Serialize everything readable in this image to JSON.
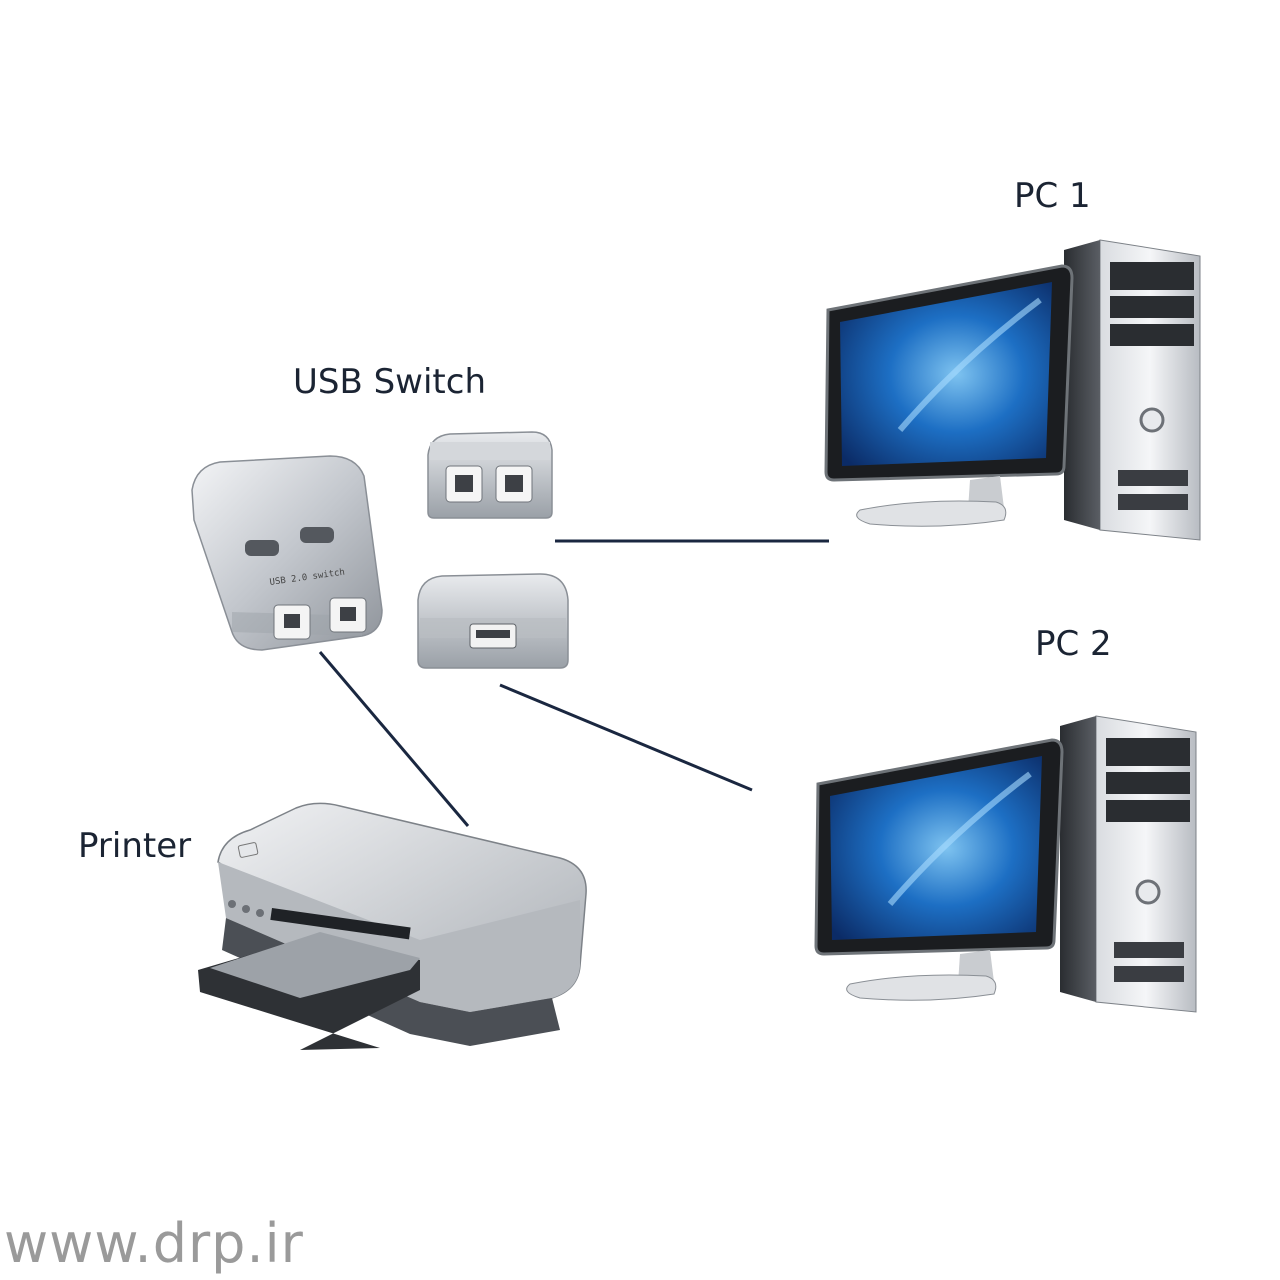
{
  "labels": {
    "pc1": "PC 1",
    "pc2": "PC 2",
    "usb_switch": "USB Switch",
    "printer": "Printer"
  },
  "watermark": "www.drp.ir",
  "colors": {
    "link_line": "#1a2740",
    "screen_blue": "#1d6fc4",
    "device_silver": "#c8ccd2"
  },
  "icons": [
    "usb-switch-icon",
    "usb-port-b-icon",
    "usb-port-a-icon",
    "printer-icon",
    "desktop-pc-icon"
  ]
}
